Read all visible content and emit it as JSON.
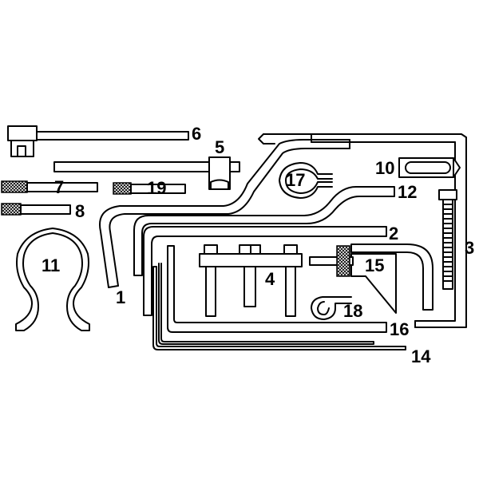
{
  "diagram": {
    "callouts": [
      {
        "id": "1",
        "text": "1"
      },
      {
        "id": "2",
        "text": "2"
      },
      {
        "id": "3",
        "text": "3"
      },
      {
        "id": "4",
        "text": "4"
      },
      {
        "id": "5",
        "text": "5"
      },
      {
        "id": "6",
        "text": "6"
      },
      {
        "id": "7",
        "text": "7"
      },
      {
        "id": "8",
        "text": "8"
      },
      {
        "id": "10",
        "text": "10"
      },
      {
        "id": "11",
        "text": "11"
      },
      {
        "id": "12",
        "text": "12"
      },
      {
        "id": "14",
        "text": "14"
      },
      {
        "id": "15",
        "text": "15"
      },
      {
        "id": "16",
        "text": "16"
      },
      {
        "id": "17",
        "text": "17"
      },
      {
        "id": "18",
        "text": "18"
      },
      {
        "id": "19",
        "text": "19"
      }
    ],
    "colors": {
      "stroke": "#000000",
      "fill": "#ffffff"
    }
  }
}
